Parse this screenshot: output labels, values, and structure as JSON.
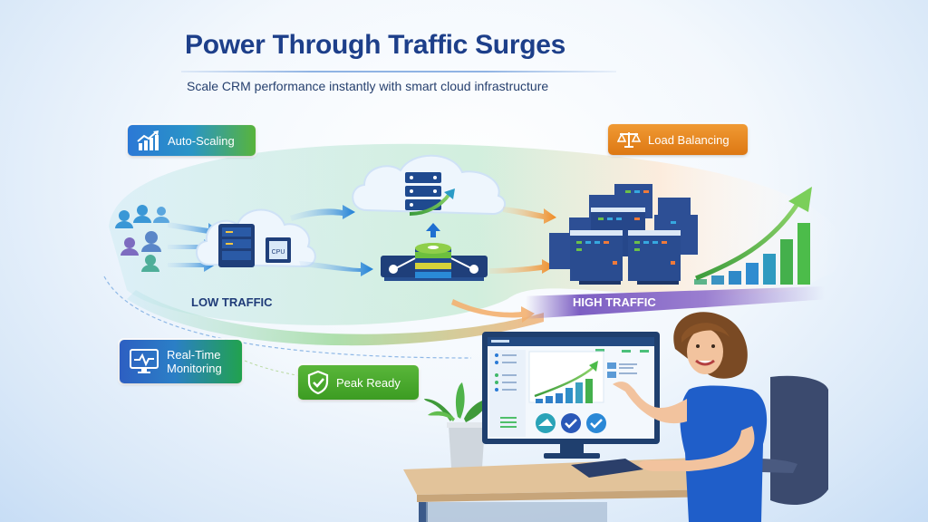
{
  "header": {
    "title": "Power Through Traffic Surges",
    "subtitle": "Scale CRM performance instantly with smart cloud infrastructure"
  },
  "badges": {
    "auto_scaling": {
      "label": "Auto-Scaling",
      "icon": "chart-growth-icon"
    },
    "load_balancing": {
      "label": "Load Balancing",
      "icon": "scale-balance-icon"
    },
    "real_time_monitoring": {
      "label_line1": "Real-Time",
      "label_line2": "Monitoring",
      "icon": "monitor-pulse-icon"
    },
    "peak_ready": {
      "label": "Peak Ready",
      "icon": "shield-check-icon"
    }
  },
  "flow": {
    "low_traffic_label": "LOW TRAFFIC",
    "high_traffic_label": "HIGH TRAFFIC",
    "cpu_label": "CPU"
  },
  "colors": {
    "title": "#1d3f8a",
    "auto_scaling": "#2b78d6",
    "load_balancing": "#e68a22",
    "peak_ready": "#4aa82d",
    "high_traffic_band": "#7d5fc3",
    "server_navy": "#1f3f7a"
  }
}
